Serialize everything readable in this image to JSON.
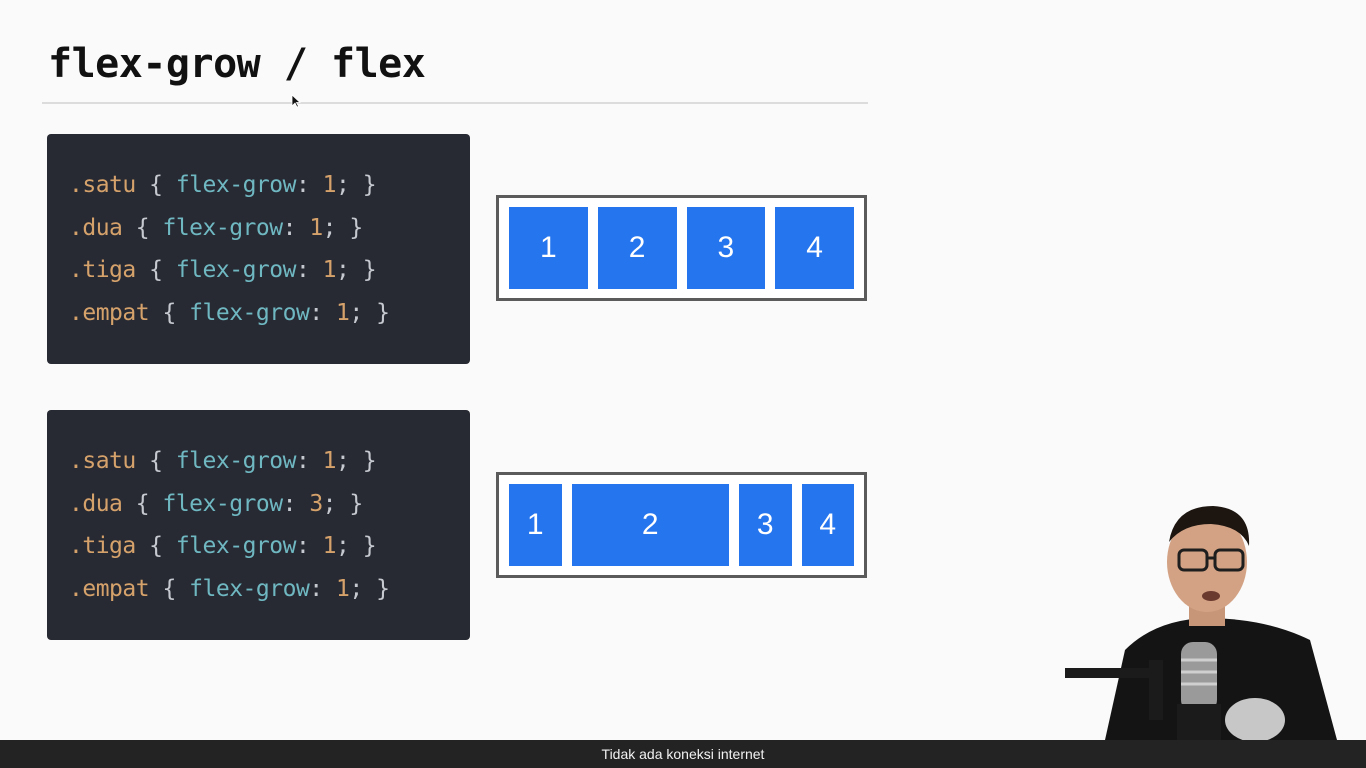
{
  "slide": {
    "title": "flex-grow / flex"
  },
  "examples": [
    {
      "code": [
        {
          "selector": ".satu",
          "property": "flex-grow",
          "value": "1"
        },
        {
          "selector": ".dua",
          "property": "flex-grow",
          "value": "1"
        },
        {
          "selector": ".tiga",
          "property": "flex-grow",
          "value": "1"
        },
        {
          "selector": ".empat",
          "property": "flex-grow",
          "value": "1"
        }
      ],
      "boxes": [
        {
          "label": "1",
          "grow": 1
        },
        {
          "label": "2",
          "grow": 1
        },
        {
          "label": "3",
          "grow": 1
        },
        {
          "label": "4",
          "grow": 1
        }
      ]
    },
    {
      "code": [
        {
          "selector": ".satu",
          "property": "flex-grow",
          "value": "1"
        },
        {
          "selector": ".dua",
          "property": "flex-grow",
          "value": "3"
        },
        {
          "selector": ".tiga",
          "property": "flex-grow",
          "value": "1"
        },
        {
          "selector": ".empat",
          "property": "flex-grow",
          "value": "1"
        }
      ],
      "boxes": [
        {
          "label": "1",
          "grow": 1
        },
        {
          "label": "2",
          "grow": 3
        },
        {
          "label": "3",
          "grow": 1
        },
        {
          "label": "4",
          "grow": 1
        }
      ]
    }
  ],
  "syntax": {
    "open_brace": "{",
    "colon": ":",
    "semicolon": ";",
    "close_brace": "}"
  },
  "colors": {
    "box_fill": "#2575ee",
    "code_background": "#282a33",
    "selector": "#d6a26b",
    "property": "#6fb8c2",
    "status_bar": "#232323"
  },
  "icons": {
    "cursor": "mouse-pointer-icon"
  },
  "status_bar": {
    "message": "Tidak ada koneksi internet"
  }
}
